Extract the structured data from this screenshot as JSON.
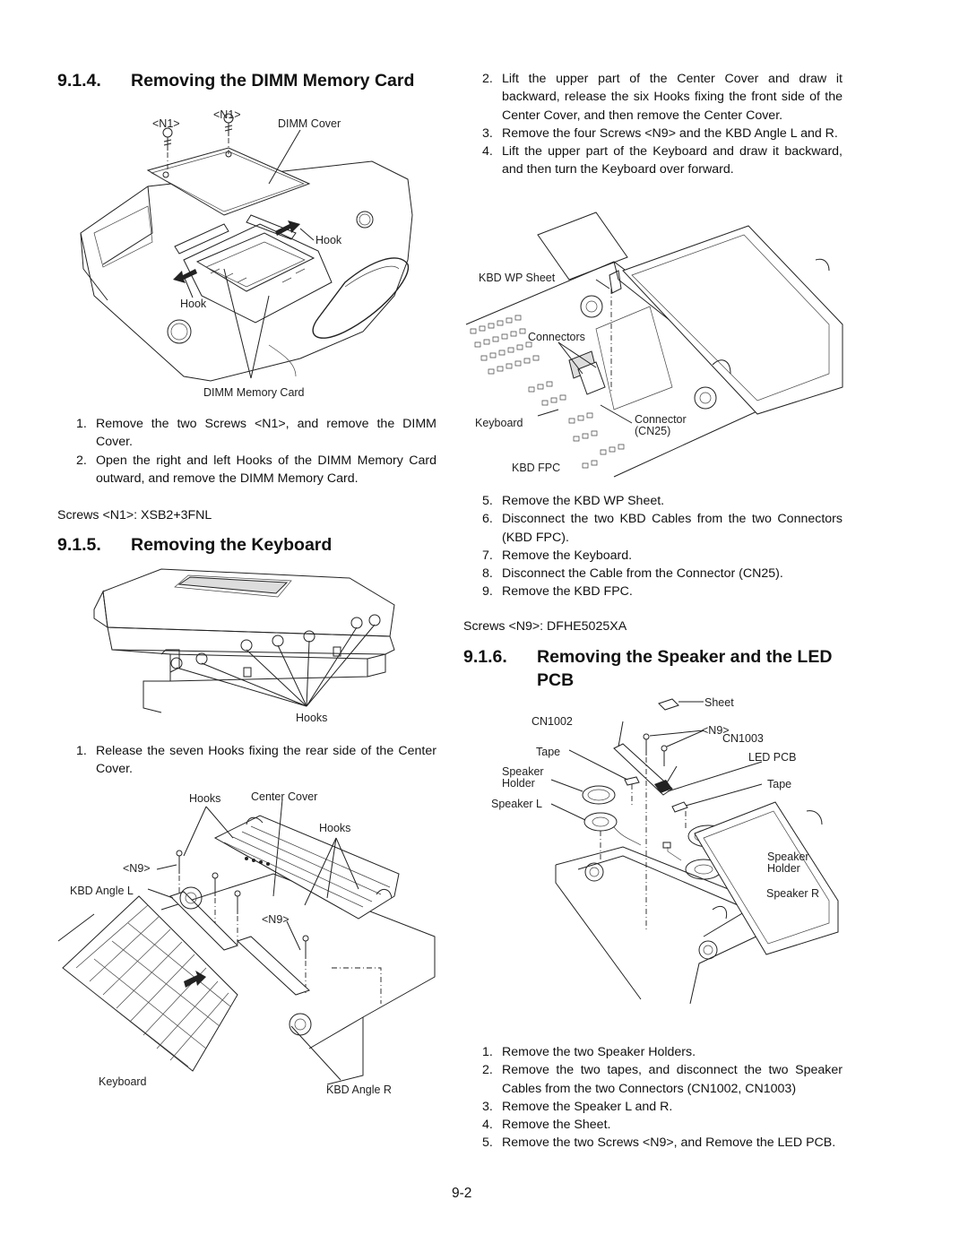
{
  "sections": {
    "dimm": {
      "number": "9.1.4.",
      "title": "Removing the DIMM Memory Card",
      "labels": {
        "n1_left": "<N1>",
        "n1_right": "<N1>",
        "dimm_cover": "DIMM Cover",
        "hook_right": "Hook",
        "hook_left": "Hook",
        "dimm_card": "DIMM Memory Card"
      },
      "steps": [
        {
          "n": "1.",
          "text": "Remove the two Screws <N1>, and remove the DIMM Cover."
        },
        {
          "n": "2.",
          "text": "Open the right and left Hooks of the DIMM Memory Card outward, and remove the DIMM Memory Card."
        }
      ],
      "screws": "Screws <N1>: XSB2+3FNL"
    },
    "keyboard": {
      "number": "9.1.5.",
      "title": "Removing the Keyboard",
      "labels": {
        "hooks1": "Hooks",
        "hooks2": "Hooks",
        "center_cover": "Center Cover",
        "hooks3": "Hooks",
        "n9_a": "<N9>",
        "kbd_angle_l": "KBD Angle L",
        "n9_b": "<N9>",
        "keyboard": "Keyboard",
        "kbd_angle_r": "KBD Angle R"
      },
      "steps_a": [
        {
          "n": "1.",
          "text": "Release the seven Hooks fixing the rear side of the Center Cover."
        }
      ],
      "steps_b": [
        {
          "n": "2.",
          "text": "Lift the upper part of the Center Cover and draw it backward, release the six Hooks fixing the front side of the Center Cover, and then remove the Center Cover."
        },
        {
          "n": "3.",
          "text": "Remove the four Screws <N9> and the KBD Angle L and R."
        },
        {
          "n": "4.",
          "text": "Lift the upper part of the Keyboard and draw it backward, and then turn the Keyboard over forward."
        }
      ],
      "labels_b": {
        "kbd_wp_sheet": "KBD WP Sheet",
        "connectors": "Connectors",
        "keyboard": "Keyboard",
        "connector": "Connector",
        "cn25": "(CN25)",
        "kbd_fpc": "KBD FPC"
      },
      "steps_c": [
        {
          "n": "5.",
          "text": "Remove the KBD WP Sheet."
        },
        {
          "n": "6.",
          "text": "Disconnect the two KBD Cables from the two Connectors (KBD FPC)."
        },
        {
          "n": "7.",
          "text": "Remove the Keyboard."
        },
        {
          "n": "8.",
          "text": "Disconnect the Cable from the Connector (CN25)."
        },
        {
          "n": "9.",
          "text": "Remove the KBD FPC."
        }
      ],
      "screws": "Screws <N9>: DFHE5025XA"
    },
    "speaker": {
      "number": "9.1.6.",
      "title_line1": "Removing the Speaker and the LED",
      "title_line2": "PCB",
      "labels": {
        "sheet": "Sheet",
        "cn1002": "CN1002",
        "n9": "<N9>",
        "cn1003": "CN1003",
        "tape_left": "Tape",
        "led_pcb": "LED PCB",
        "speaker_holder_left_1": "Speaker",
        "speaker_holder_left_2": "Holder",
        "tape_right": "Tape",
        "speaker_l": "Speaker L",
        "speaker_holder_right_1": "Speaker",
        "speaker_holder_right_2": "Holder",
        "speaker_r": "Speaker R"
      },
      "steps": [
        {
          "n": "1.",
          "text": "Remove the two Speaker Holders."
        },
        {
          "n": "2.",
          "text": "Remove the two tapes, and disconnect the two Speaker Cables from the two Connectors (CN1002, CN1003)"
        },
        {
          "n": "3.",
          "text": "Remove the Speaker L and R."
        },
        {
          "n": "4.",
          "text": "Remove the Sheet."
        },
        {
          "n": "5.",
          "text": "Remove the two Screws <N9>, and Remove the LED PCB."
        }
      ]
    }
  },
  "page_number": "9-2"
}
